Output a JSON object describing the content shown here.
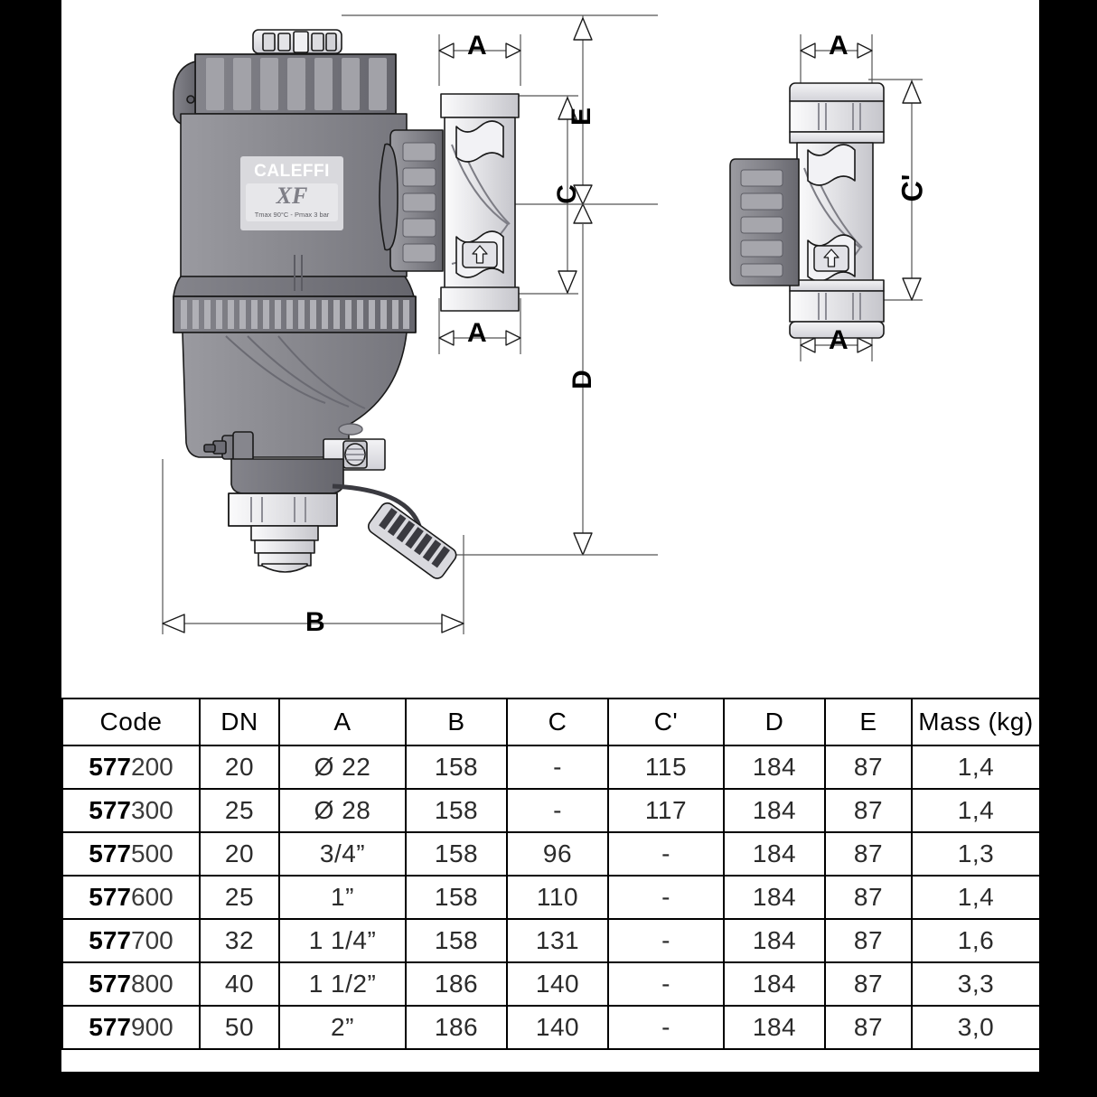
{
  "product_label": {
    "brand": "CALEFFI",
    "model": "XF",
    "spec": "Tmax 90°C  -  Pmax 3 bar"
  },
  "drawing": {
    "dimension_labels": {
      "a_top_left": "A",
      "a_bottom_left": "A",
      "a_top_right": "A",
      "a_bottom_right": "A",
      "b": "B",
      "c": "C",
      "c_prime": "C'",
      "d": "D",
      "e": "E"
    },
    "flow_arrow": "↑",
    "views": {
      "left_view_name": "threaded-union-front-view",
      "right_view_name": "compression-union-front-view"
    },
    "colors": {
      "body_gray": "#8a8a90",
      "body_gray_dark": "#6f6f76",
      "brass_light": "#e9e9ec",
      "brass_mid": "#cfcfd4",
      "outline": "#1a1a1a",
      "dim_line": "#4a4a4a"
    }
  },
  "table": {
    "headers": [
      "Code",
      "DN",
      "A",
      "B",
      "C",
      "C'",
      "D",
      "E",
      "Mass (kg)"
    ],
    "rows": [
      {
        "code_prefix": "577",
        "code_suffix": "200",
        "dn": "20",
        "a": "Ø 22",
        "b": "158",
        "c": "-",
        "c_prime": "115",
        "d": "184",
        "e": "87",
        "mass": "1,4"
      },
      {
        "code_prefix": "577",
        "code_suffix": "300",
        "dn": "25",
        "a": "Ø 28",
        "b": "158",
        "c": "-",
        "c_prime": "117",
        "d": "184",
        "e": "87",
        "mass": "1,4"
      },
      {
        "code_prefix": "577",
        "code_suffix": "500",
        "dn": "20",
        "a": "3/4”",
        "b": "158",
        "c": "96",
        "c_prime": "-",
        "d": "184",
        "e": "87",
        "mass": "1,3"
      },
      {
        "code_prefix": "577",
        "code_suffix": "600",
        "dn": "25",
        "a": "1”",
        "b": "158",
        "c": "110",
        "c_prime": "-",
        "d": "184",
        "e": "87",
        "mass": "1,4"
      },
      {
        "code_prefix": "577",
        "code_suffix": "700",
        "dn": "32",
        "a": "1 1/4”",
        "b": "158",
        "c": "131",
        "c_prime": "-",
        "d": "184",
        "e": "87",
        "mass": "1,6"
      },
      {
        "code_prefix": "577",
        "code_suffix": "800",
        "dn": "40",
        "a": "1 1/2”",
        "b": "186",
        "c": "140",
        "c_prime": "-",
        "d": "184",
        "e": "87",
        "mass": "3,3"
      },
      {
        "code_prefix": "577",
        "code_suffix": "900",
        "dn": "50",
        "a": "2”",
        "b": "186",
        "c": "140",
        "c_prime": "-",
        "d": "184",
        "e": "87",
        "mass": "3,0"
      }
    ]
  }
}
